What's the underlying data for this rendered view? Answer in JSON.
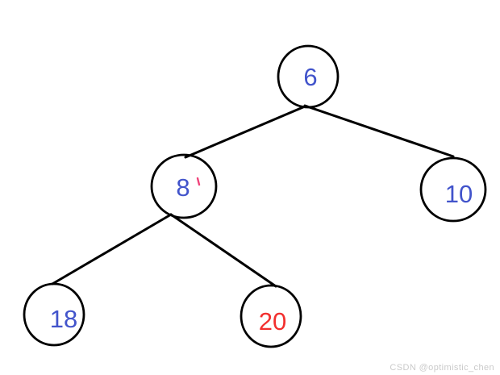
{
  "tree": {
    "nodes": [
      {
        "value": "6",
        "color": "#4254CB"
      },
      {
        "value": "8",
        "color": "#4254CB"
      },
      {
        "value": "10",
        "color": "#4254CB"
      },
      {
        "value": "18",
        "color": "#4254CB"
      },
      {
        "value": "20",
        "color": "#F2302F"
      }
    ],
    "edges": [
      {
        "from": "6",
        "to": "8"
      },
      {
        "from": "6",
        "to": "10"
      },
      {
        "from": "8",
        "to": "18"
      },
      {
        "from": "8",
        "to": "20"
      }
    ]
  },
  "colors": {
    "background": "#FFFFFF",
    "outline": "#000000",
    "edge_line": "#000000",
    "tick": "#F0437A",
    "watermark": "#CACACA"
  },
  "watermark": {
    "text": "CSDN @optimistic_chen"
  }
}
